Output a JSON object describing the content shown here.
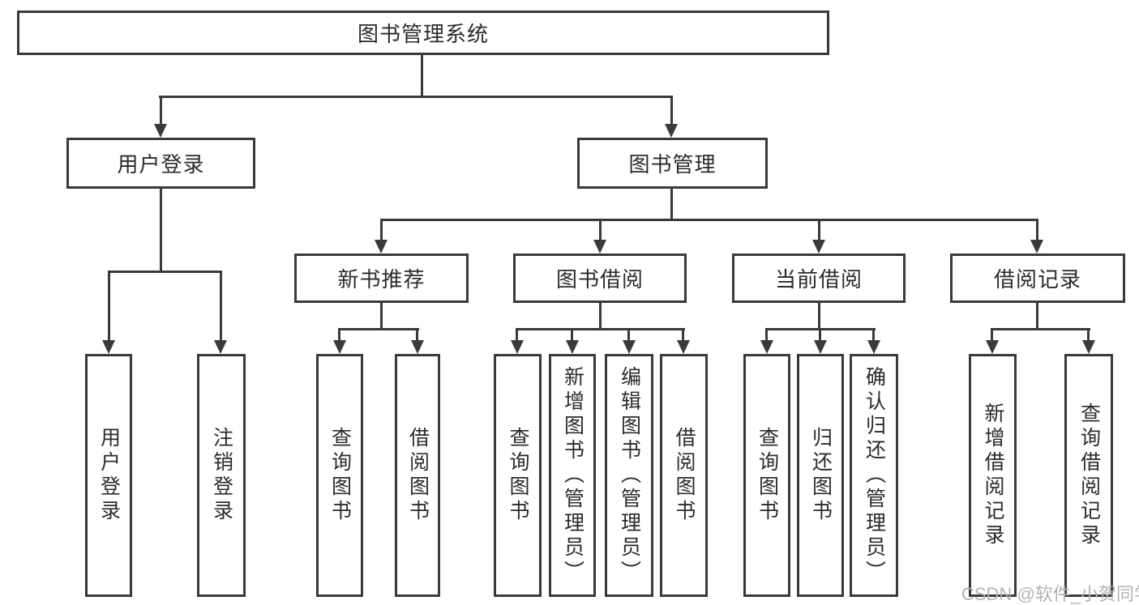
{
  "nodes": {
    "root": "图书管理系统",
    "user_login": "用户登录",
    "book_management": "图书管理",
    "new_book_recommendation": "新书推荐",
    "book_borrowing": "图书借阅",
    "current_borrowing": "当前借阅",
    "borrowing_records": "借阅记录"
  },
  "leaves": {
    "user_login": "用户登录",
    "logout_login": "注销登录",
    "rec_query_books": "查询图书",
    "rec_borrow_books": "借阅图书",
    "bb_query_books": "查询图书",
    "bb_add_books_admin": "新增图书（管理员）",
    "bb_edit_books_admin": "编辑图书（管理员）",
    "bb_borrow_books": "借阅图书",
    "cb_query_books": "查询图书",
    "cb_return_books": "归还图书",
    "cb_confirm_return_admin": "确认归还（管理员）",
    "br_add_record": "新增借阅记录",
    "br_query_record": "查询借阅记录"
  },
  "watermark": "CSDN @软件_小贺同学",
  "colors": {
    "line": "#3a3a3a",
    "text": "#2b2b2b",
    "watermark": "#b3b3b3",
    "background": "#ffffff"
  }
}
